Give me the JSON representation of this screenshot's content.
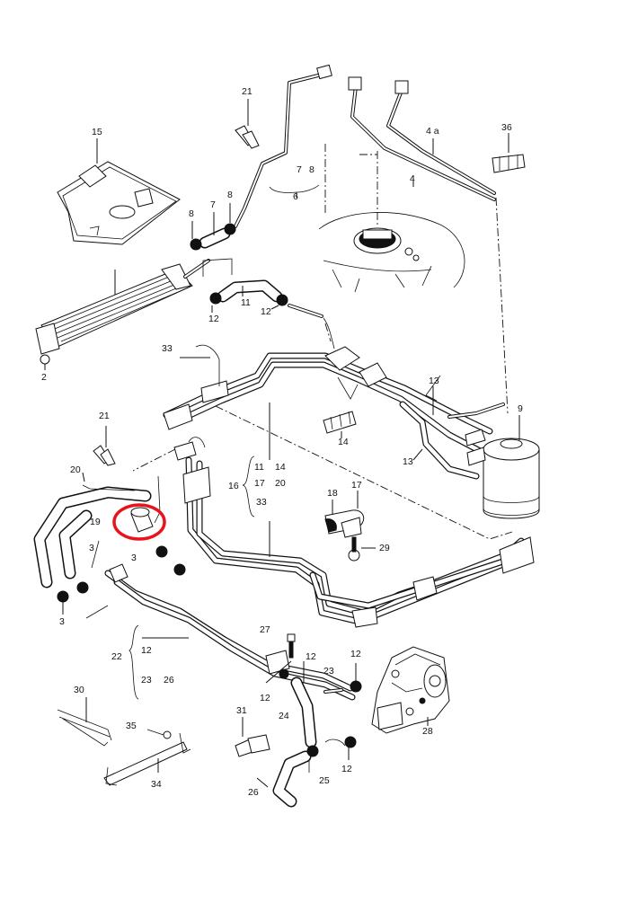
{
  "diagram": {
    "labels": {
      "l21a": "21",
      "l36": "36",
      "l4a": "4 a",
      "l4": "4",
      "l15": "15",
      "l7a": "7",
      "l8a": "8",
      "l6": "6",
      "l7b": "7",
      "l8b": "8",
      "l8c": "8",
      "l11": "11",
      "l12a": "12",
      "l12b": "12",
      "l2": "2",
      "l33a": "33",
      "l13a": "13",
      "l9": "9",
      "l13b": "13",
      "l14a": "14",
      "l21b": "21",
      "l20": "20",
      "l11b": "11",
      "l14b": "14",
      "l16": "16",
      "l17a": "17",
      "l20b": "20",
      "l33b": "33",
      "l18": "18",
      "l17b": "17",
      "l19": "19",
      "l3a": "3",
      "l3b": "3",
      "l29": "29",
      "l3c": "3",
      "l27": "27",
      "l22": "22",
      "l12c": "12",
      "l12d": "12",
      "l12e": "12",
      "l23a": "23",
      "l26a": "26",
      "l23b": "23",
      "l12f": "12",
      "l30": "30",
      "l24": "24",
      "l31": "31",
      "l35": "35",
      "l28": "28",
      "l12g": "12",
      "l34": "34",
      "l25": "25",
      "l26b": "26"
    },
    "highlight_color": "#e8141b",
    "line_color": "#111111"
  }
}
